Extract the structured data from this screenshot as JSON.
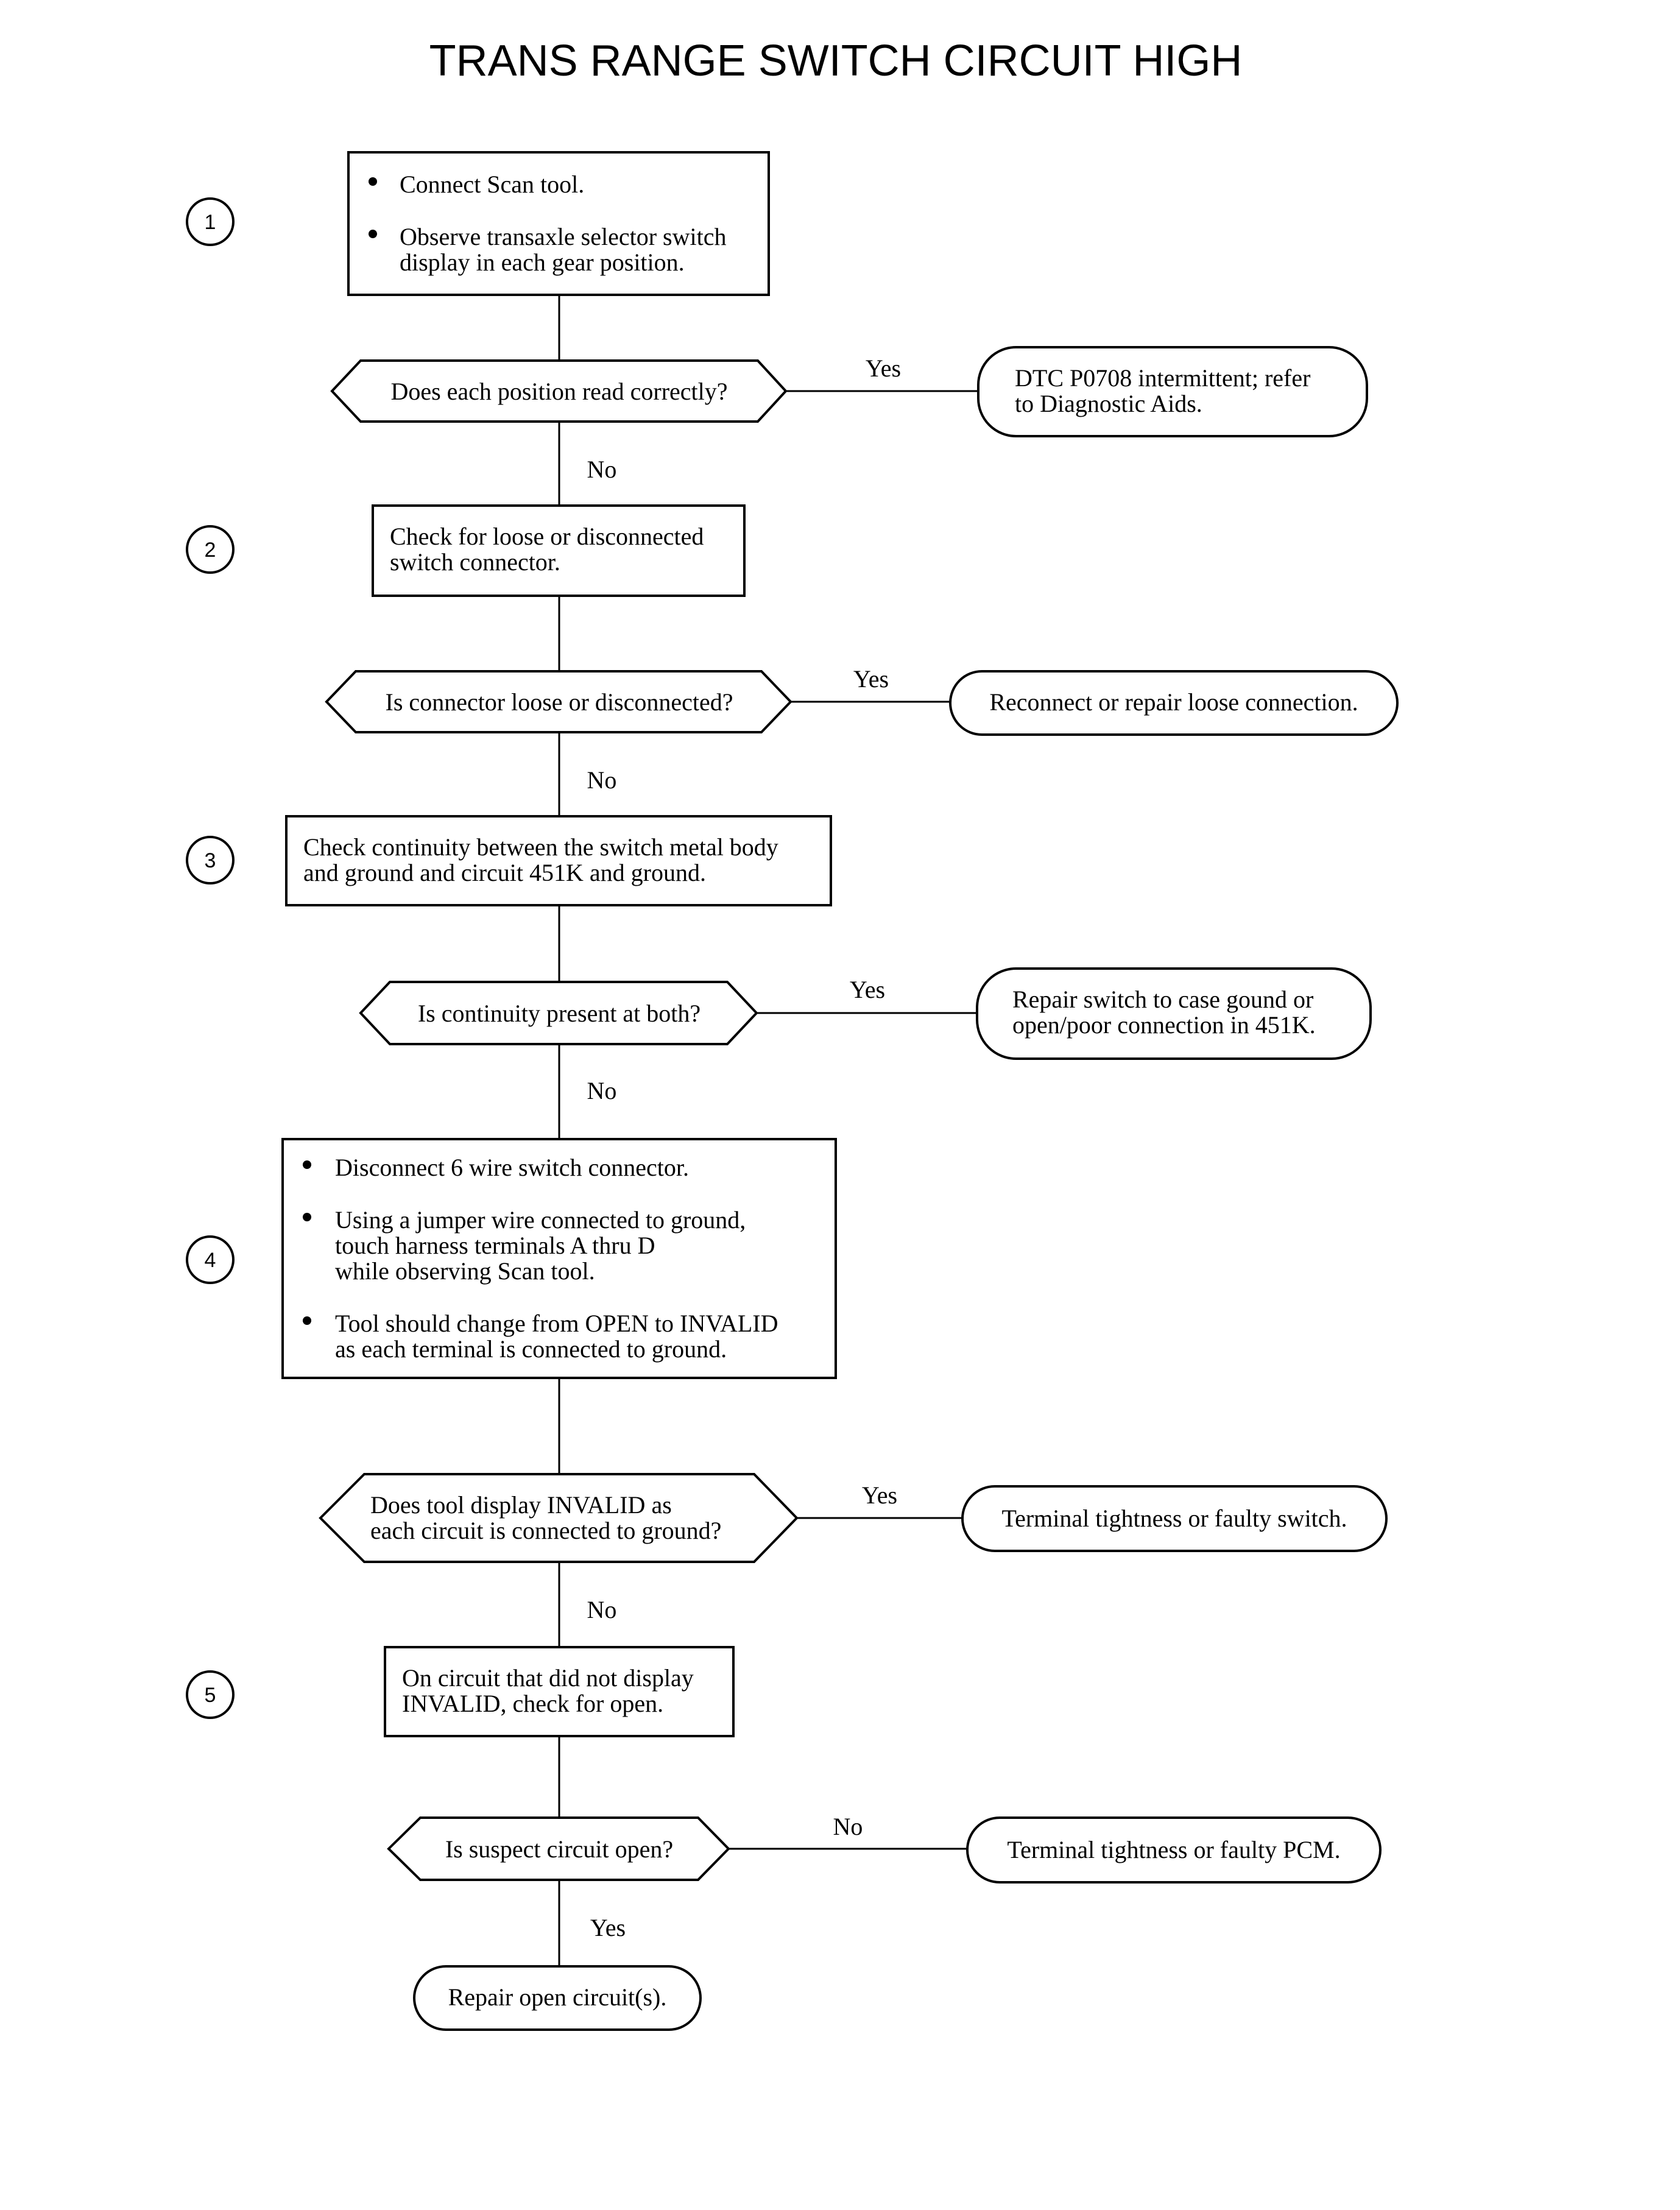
{
  "title": "TRANS RANGE SWITCH CIRCUIT HIGH",
  "steps": [
    {
      "number": "1",
      "bullets": [
        [
          "Connect Scan tool."
        ],
        [
          "Observe transaxle selector switch",
          "display in each gear position."
        ]
      ]
    },
    {
      "number": "2",
      "lines": [
        "Check for loose or disconnected",
        "switch connector."
      ]
    },
    {
      "number": "3",
      "lines": [
        "Check continuity between the switch metal body",
        "and ground and circuit 451K and ground."
      ]
    },
    {
      "number": "4",
      "bullets": [
        [
          "Disconnect 6 wire switch connector."
        ],
        [
          "Using a jumper wire connected to ground,",
          "touch harness terminals A thru D",
          "while observing Scan tool."
        ],
        [
          "Tool should change from OPEN to INVALID",
          "as each terminal is connected to ground."
        ]
      ]
    },
    {
      "number": "5",
      "lines": [
        "On circuit that did not display",
        "INVALID, check for open."
      ]
    }
  ],
  "decisions": [
    {
      "lines": [
        "Does each position read correctly?"
      ],
      "side_label": "Yes",
      "side_result": [
        "DTC P0708 intermittent; refer",
        "to Diagnostic Aids."
      ],
      "down_label": "No"
    },
    {
      "lines": [
        "Is connector loose or disconnected?"
      ],
      "side_label": "Yes",
      "side_result": [
        "Reconnect or repair loose connection."
      ],
      "down_label": "No"
    },
    {
      "lines": [
        "Is continuity present at both?"
      ],
      "side_label": "Yes",
      "side_result": [
        "Repair switch to case gound or",
        "open/poor connection in 451K."
      ],
      "down_label": "No"
    },
    {
      "lines": [
        "Does tool display INVALID as",
        "each circuit is connected to ground?"
      ],
      "side_label": "Yes",
      "side_result": [
        "Terminal tightness or faulty switch."
      ],
      "down_label": "No"
    },
    {
      "lines": [
        "Is suspect circuit open?"
      ],
      "side_label": "No",
      "side_result": [
        "Terminal tightness or faulty PCM."
      ],
      "down_label": "Yes"
    }
  ],
  "final_result": [
    "Repair open circuit(s)."
  ]
}
